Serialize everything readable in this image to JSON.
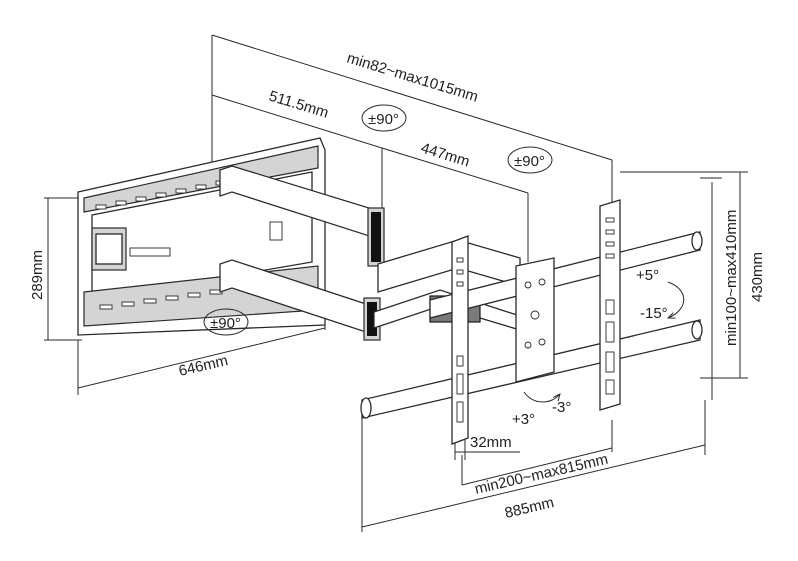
{
  "dimensions": {
    "total_extension": "min82~max1015mm",
    "arm_one": "511.5mm",
    "arm_two": "447mm",
    "wall_plate_height": "289mm",
    "wall_plate_width": "646mm",
    "vesa_horizontal": "min200~max815mm",
    "bracket_width": "32mm",
    "overall_width": "885mm",
    "vesa_vertical": "min100~max410mm",
    "bracket_height": "430mm"
  },
  "angles": {
    "swivel_top": "±90°",
    "swivel_middle": "±90°",
    "swivel_bottom": "±90°",
    "tilt_up": "+5°",
    "tilt_down": "-15°",
    "rotate_plus": "+3°",
    "rotate_minus": "-3°"
  }
}
